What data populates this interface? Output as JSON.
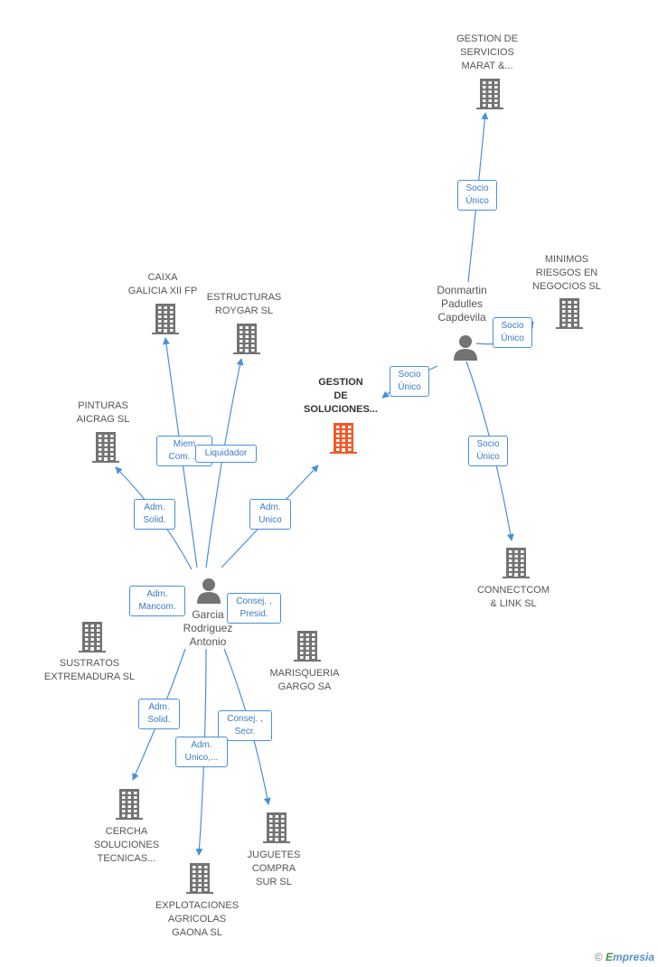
{
  "colors": {
    "edge": "#4a90d9",
    "building": "#737373",
    "focus_building": "#f05a28",
    "person": "#737373",
    "label_text": "#555555"
  },
  "companies": {
    "gestion_servicios": [
      "GESTION DE",
      "SERVICIOS",
      "MARAT &..."
    ],
    "minimos_riesgos": [
      "MINIMOS",
      "RIESGOS EN",
      "NEGOCIOS SL"
    ],
    "caixa": [
      "CAIXA",
      "GALICIA XII FP"
    ],
    "estructuras": [
      "ESTRUCTURAS",
      "ROYGAR SL"
    ],
    "gestion_soluciones": [
      "GESTION",
      "DE",
      "SOLUCIONES..."
    ],
    "pinturas": [
      "PINTURAS",
      "AICRAG SL"
    ],
    "connectcom": [
      "CONNECTCOM",
      "& LINK SL"
    ],
    "sustratos": [
      "SUSTRATOS",
      "EXTREMADURA SL"
    ],
    "marisqueria": [
      "MARISQUERIA",
      "GARGO SA"
    ],
    "cercha": [
      "CERCHA",
      "SOLUCIONES",
      "TECNICAS..."
    ],
    "juguetes": [
      "JUGUETES",
      "COMPRA",
      "SUR SL"
    ],
    "explotaciones": [
      "EXPLOTACIONES",
      "AGRICOLAS",
      "GAONA  SL"
    ]
  },
  "persons": {
    "donmartin": [
      "Donmartin",
      "Padulles",
      "Capdevila"
    ],
    "garcia": [
      "Garcia",
      "Rodriguez",
      "Antonio"
    ]
  },
  "edge_labels": {
    "socio_unico_1": [
      "Socio",
      "Único"
    ],
    "socio_unico_2": [
      "Socio",
      "Único"
    ],
    "socio_unico_3": [
      "Socio",
      "Único"
    ],
    "socio_unico_4": [
      "Socio",
      "Único"
    ],
    "miem": [
      "Miem",
      "Com. ..."
    ],
    "liquidador": [
      "Liquidador"
    ],
    "adm_solid_1": [
      "Adm.",
      "Solid."
    ],
    "adm_unico_1": [
      "Adm.",
      "Unico"
    ],
    "adm_mancom": [
      "Adm.",
      "Mancom."
    ],
    "consej_presid": [
      "Consej. ,",
      "Presid."
    ],
    "adm_solid_2": [
      "Adm.",
      "Solid."
    ],
    "consej_secr": [
      "Consej. ,",
      "Secr."
    ],
    "adm_unico_2": [
      "Adm.",
      "Unico,..."
    ]
  },
  "footer": {
    "copyright": "©",
    "brand_initial": "E",
    "brand_rest": "mpresia"
  }
}
